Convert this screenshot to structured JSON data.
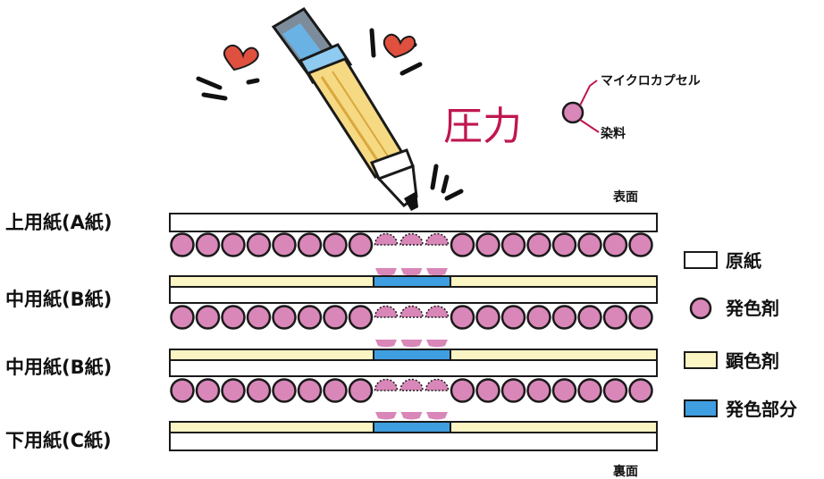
{
  "labels": {
    "pressure": "圧力",
    "front": "表面",
    "back": "裏面",
    "microcapsule": "マイクロカプセル",
    "dye": "染料"
  },
  "layers": [
    {
      "name": "上用紙(A紙)"
    },
    {
      "name": "中用紙(B紙)"
    },
    {
      "name": "中用紙(B紙)"
    },
    {
      "name": "下用紙(C紙)"
    }
  ],
  "legend": [
    {
      "label": "原紙",
      "icon": "white-rect"
    },
    {
      "label": "発色剤",
      "icon": "pink-circle"
    },
    {
      "label": "顕色剤",
      "icon": "yellow-rect"
    },
    {
      "label": "発色部分",
      "icon": "blue-rect"
    }
  ],
  "colors": {
    "capsule": "#d887b8",
    "developer": "#fbf5c4",
    "colored": "#3f9ee0",
    "pressure": "#c0174f",
    "heart": "#e0503e",
    "outline": "#1a1a1a"
  }
}
